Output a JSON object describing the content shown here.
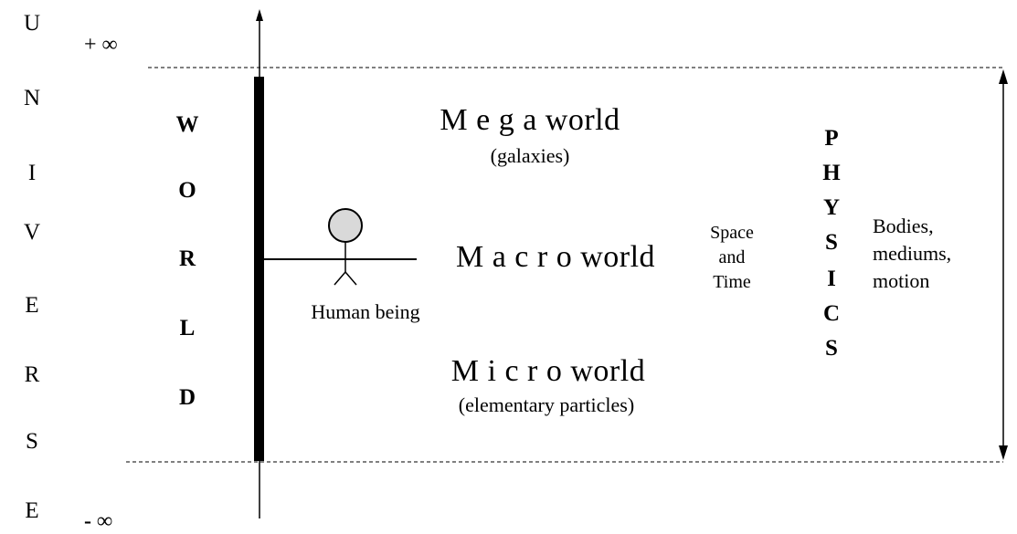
{
  "universe_letters": [
    "U",
    "N",
    "I",
    "V",
    "E",
    "R",
    "S",
    "E"
  ],
  "world_letters": [
    "W",
    "O",
    "R",
    "L",
    "D"
  ],
  "physics_letters": [
    "P",
    "H",
    "Y",
    "S",
    "I",
    "C",
    "S"
  ],
  "plus_infinity": "+ ∞",
  "minus_infinity": "- ∞",
  "mega": {
    "title": "M e g a world",
    "subtitle": "(galaxies)"
  },
  "macro": {
    "title": "M a c r o world"
  },
  "micro": {
    "title": "M i c r o world",
    "subtitle": "(elementary particles)"
  },
  "human_label": "Human being",
  "space_time": [
    "Space",
    "and",
    "Time"
  ],
  "bodies": [
    "Bodies,",
    "mediums,",
    "motion"
  ],
  "icons": {
    "human": "stick-figure-icon"
  }
}
